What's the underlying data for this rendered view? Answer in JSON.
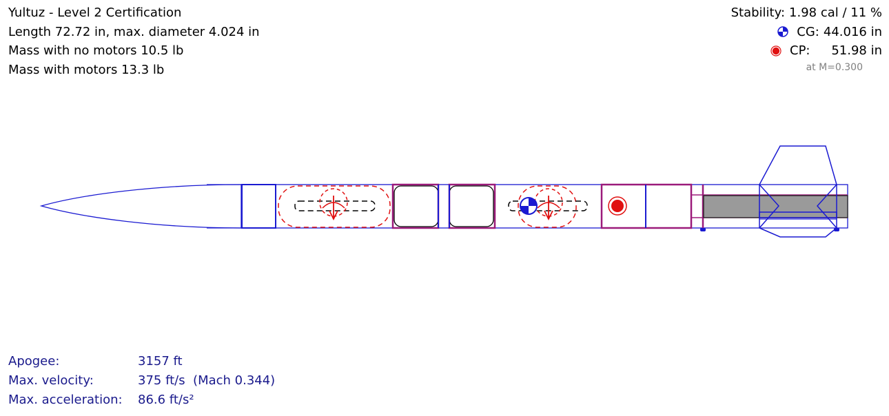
{
  "design": {
    "title": "Yultuz - Level 2 Certification",
    "length_line": "Length 72.72 in, max. diameter 4.024 in",
    "mass_no_motors": "Mass with no motors 10.5 lb",
    "mass_with_motors": "Mass with motors 13.3 lb"
  },
  "stability": {
    "label": "Stability:",
    "value": "1.98 cal / 11 %",
    "cg_label": "CG:",
    "cg_value": "44.016 in",
    "cp_label": "CP:",
    "cp_value": "51.98 in",
    "mach_note": "at M=0.300"
  },
  "flight": {
    "apogee_label": "Apogee:",
    "apogee_value": "3157 ft",
    "velocity_label": "Max. velocity:",
    "velocity_value": "375 ft/s  (Mach 0.344)",
    "accel_label": "Max. acceleration:",
    "accel_value": "86.6 ft/s²"
  },
  "colors": {
    "structure": "#1a1ad1",
    "bulkhead": "#9b1a7a",
    "recovery": "#e01010",
    "motor_fill": "#9a9a9a",
    "cp_marker": "#e01010",
    "cg_marker": "#1a1ad1"
  },
  "icons": {
    "cg": "cg-marker-icon",
    "cp": "cp-marker-icon"
  }
}
